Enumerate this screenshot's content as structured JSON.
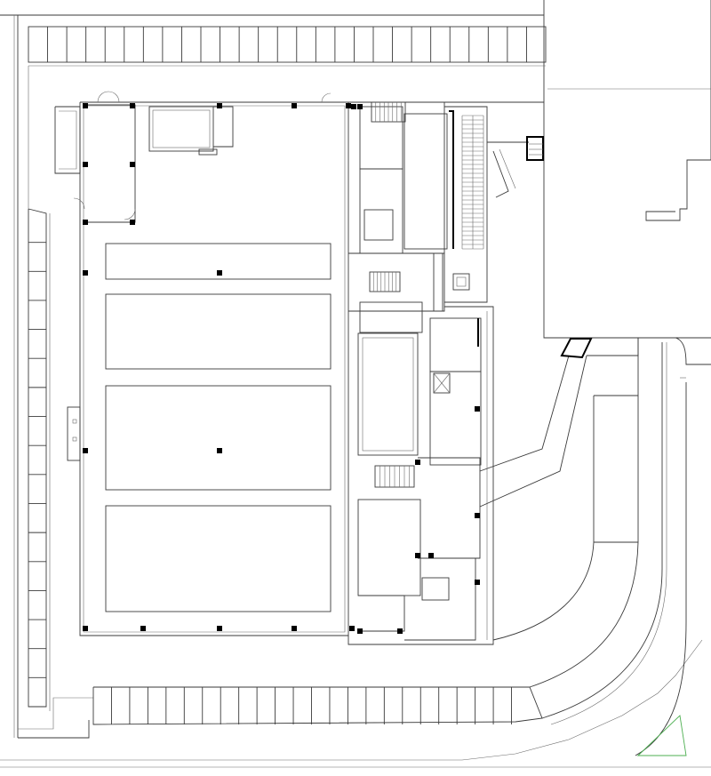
{
  "drawing": {
    "type": "architectural-floor-plan",
    "colors": {
      "line": "#3a3a3a",
      "thin_line": "#6a6a6a",
      "column": "#000000",
      "north_marker": "#4caf50",
      "background": "#ffffff"
    },
    "parking": {
      "top_row_stalls": 27,
      "left_column_stalls": 17,
      "bottom_row_stalls": 24
    },
    "main_hall": {
      "courts": 4
    },
    "stairs": 3,
    "icons": [
      "north-arrow-icon"
    ]
  }
}
